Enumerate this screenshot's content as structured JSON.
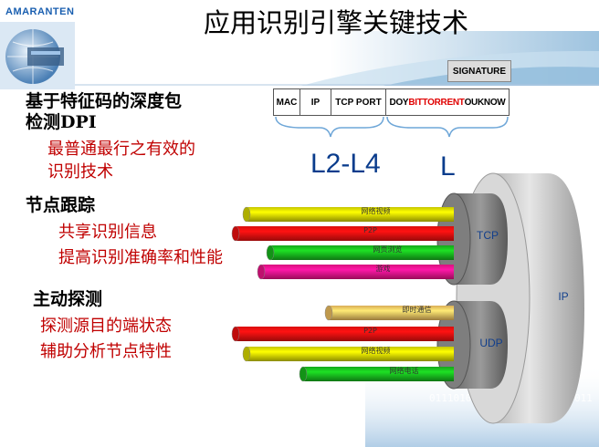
{
  "logo": {
    "text": "AMARANTEN"
  },
  "title": "应用识别引擎关键技术",
  "left_panel": {
    "dpi_heading_line1": "基于特征码的深度包",
    "dpi_heading_line2": "检测DPI",
    "dpi_sub_line1": "最普通最行之有效的",
    "dpi_sub_line2": "识别技术",
    "node_heading": "节点跟踪",
    "node_sub_line1": "共享识别信息",
    "node_sub_line2": "提高识别准确率和性能",
    "active_heading": "主动探测",
    "active_sub_line1": "探测源目的端状态",
    "active_sub_line2": "辅助分析节点特性"
  },
  "packet": {
    "signature_label": "SIGNATURE",
    "cells": [
      "MAC",
      "IP",
      "TCP PORT"
    ],
    "payload_prefix": "DOY",
    "payload_highlight": "BITTORRENT",
    "payload_suffix": "OUKNOW",
    "payload_highlight_color": "#e00000",
    "l2l4": "L2-L4",
    "l7": "L"
  },
  "diagram": {
    "tcp_label": "TCP",
    "udp_label": "UDP",
    "ip_label": "IP",
    "tcp_apps": [
      {
        "label": "网络视频",
        "color": "#e8e800"
      },
      {
        "label": "P2P",
        "color": "#ff1010"
      },
      {
        "label": "网页浏览",
        "color": "#19c41f"
      },
      {
        "label": "游戏",
        "color": "#ff1493"
      }
    ],
    "udp_apps": [
      {
        "label": "即时通信",
        "color": "#ffcc66"
      },
      {
        "label": "P2P",
        "color": "#ff1010"
      },
      {
        "label": "网络视频",
        "color": "#e8e800"
      },
      {
        "label": "网络电话",
        "color": "#19c41f"
      }
    ],
    "binary_text": "01110101001011001......0011"
  }
}
